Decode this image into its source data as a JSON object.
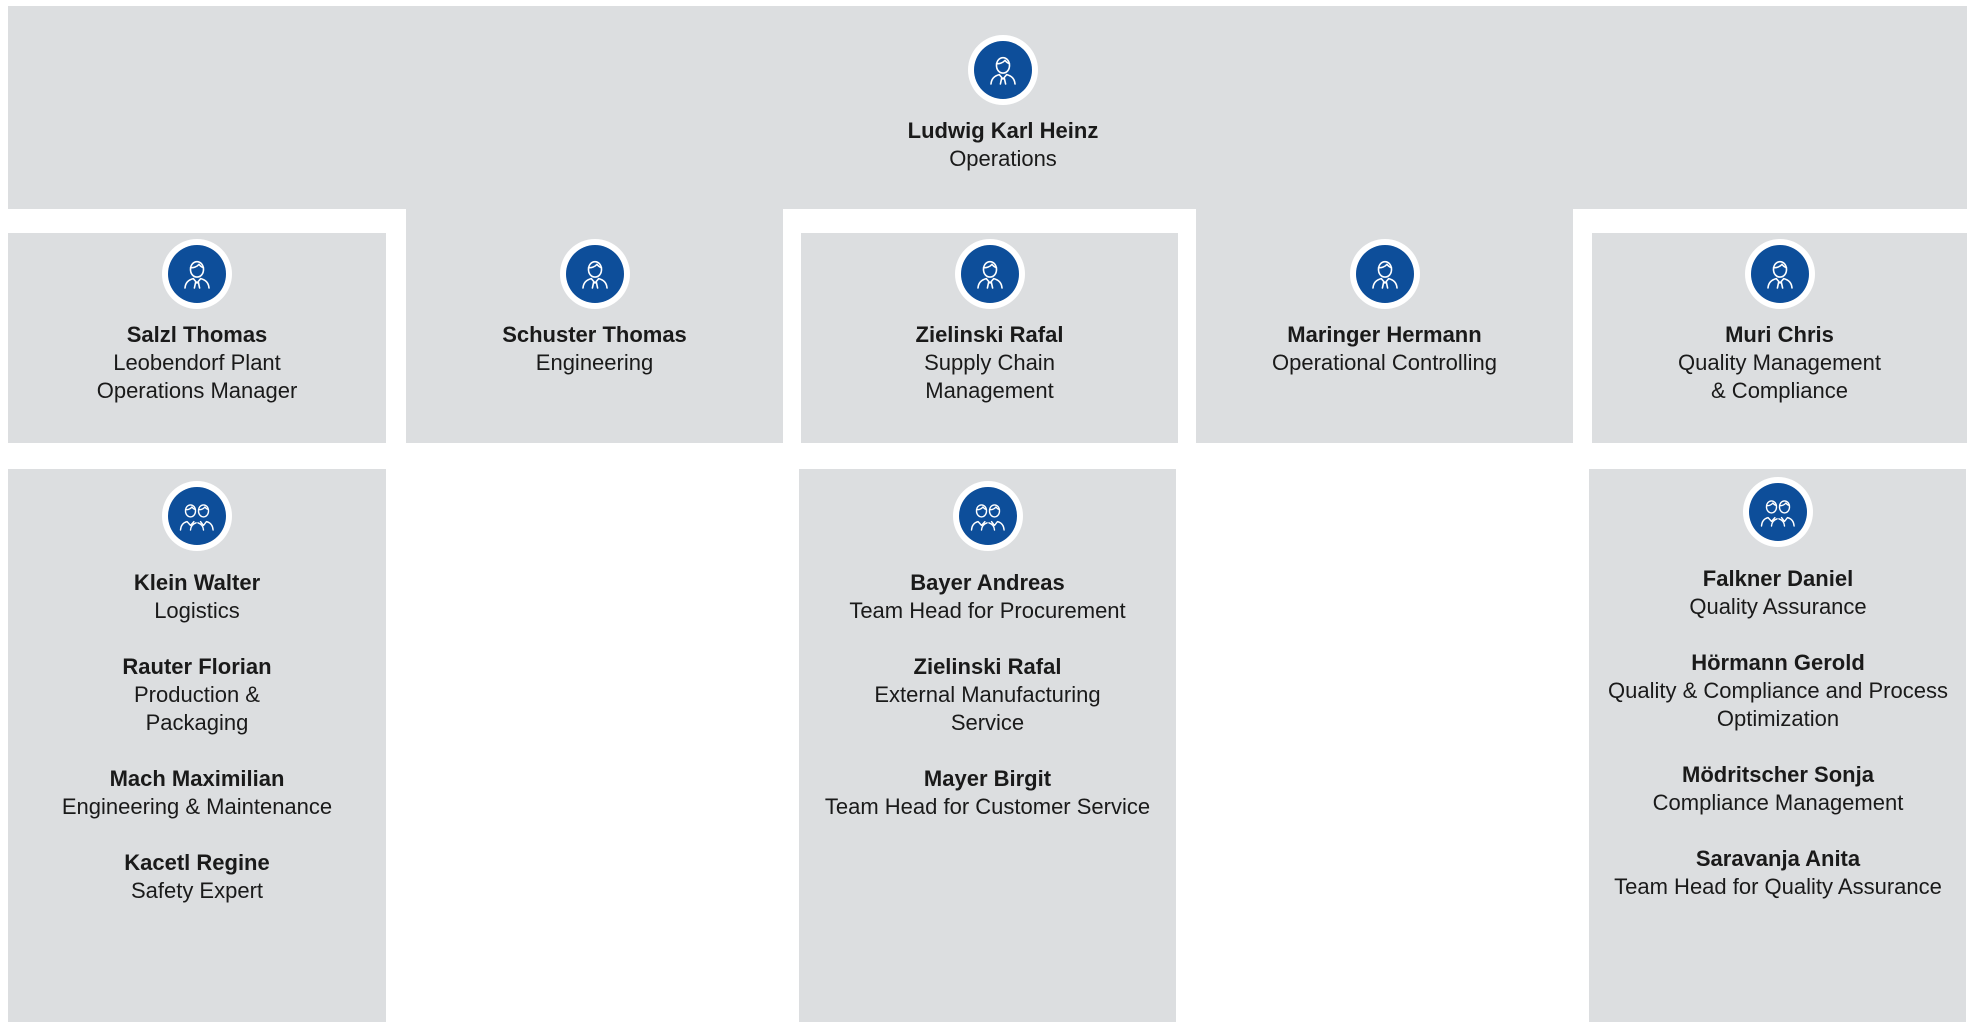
{
  "theme": {
    "panel_color": "#dcdee0",
    "icon_color": "#0d4e9a"
  },
  "top": {
    "name": "Ludwig Karl Heinz",
    "role": "Operations",
    "icon": "person-icon"
  },
  "managers": [
    {
      "name": "Salzl Thomas",
      "role": "Leobendorf Plant\nOperations Manager",
      "icon": "person-icon"
    },
    {
      "name": "Schuster Thomas",
      "role": "Engineering",
      "icon": "person-icon"
    },
    {
      "name": "Zielinski Rafal",
      "role": "Supply Chain\nManagement",
      "icon": "person-icon"
    },
    {
      "name": "Maringer Hermann",
      "role": "Operational Controlling",
      "icon": "person-icon"
    },
    {
      "name": "Muri Chris",
      "role": "Quality Management\n& Compliance",
      "icon": "person-icon"
    }
  ],
  "teams": [
    {
      "icon": "team-icon",
      "members": [
        {
          "name": "Klein Walter",
          "role": "Logistics"
        },
        {
          "name": "Rauter Florian",
          "role": "Production &\nPackaging"
        },
        {
          "name": "Mach Maximilian",
          "role": "Engineering & Maintenance"
        },
        {
          "name": "Kacetl Regine",
          "role": "Safety Expert"
        }
      ]
    },
    {
      "icon": "team-icon",
      "members": [
        {
          "name": "Bayer Andreas",
          "role": "Team Head for Procurement"
        },
        {
          "name": "Zielinski Rafal",
          "role": "External Manufacturing\nService"
        },
        {
          "name": "Mayer Birgit",
          "role": "Team Head for Customer Service"
        }
      ]
    },
    {
      "icon": "team-icon",
      "members": [
        {
          "name": "Falkner Daniel",
          "role": "Quality Assurance"
        },
        {
          "name": "Hörmann Gerold",
          "role": "Quality & Compliance and Process\nOptimization"
        },
        {
          "name": "Mödritscher Sonja",
          "role": "Compliance Management"
        },
        {
          "name": "Saravanja Anita",
          "role": "Team Head for Quality Assurance"
        }
      ]
    }
  ]
}
